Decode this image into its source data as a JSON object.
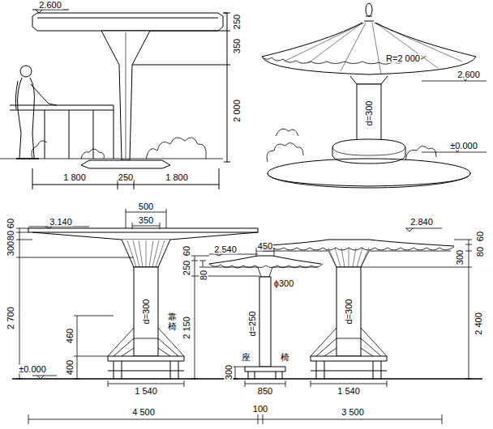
{
  "diagram": {
    "labels": [
      "2.600",
      "250",
      "350",
      "2 000",
      "1 800",
      "250",
      "1 800",
      "R=2 000",
      "d=300",
      "2.600",
      "±0.000",
      "500",
      "350",
      "3.140",
      "60",
      "300",
      "80",
      "2 700",
      "d=300",
      "靠椅",
      "460",
      "400",
      "±0.000",
      "1 540",
      "2.540",
      "450",
      "60",
      "80",
      "250",
      "2 150",
      "ϕ300",
      "d=250",
      "座",
      "椅",
      "300",
      "850",
      "2.840",
      "60",
      "300",
      "80",
      "d=300",
      "2 400",
      "1 540",
      "4 500",
      "100",
      "3 500"
    ]
  }
}
